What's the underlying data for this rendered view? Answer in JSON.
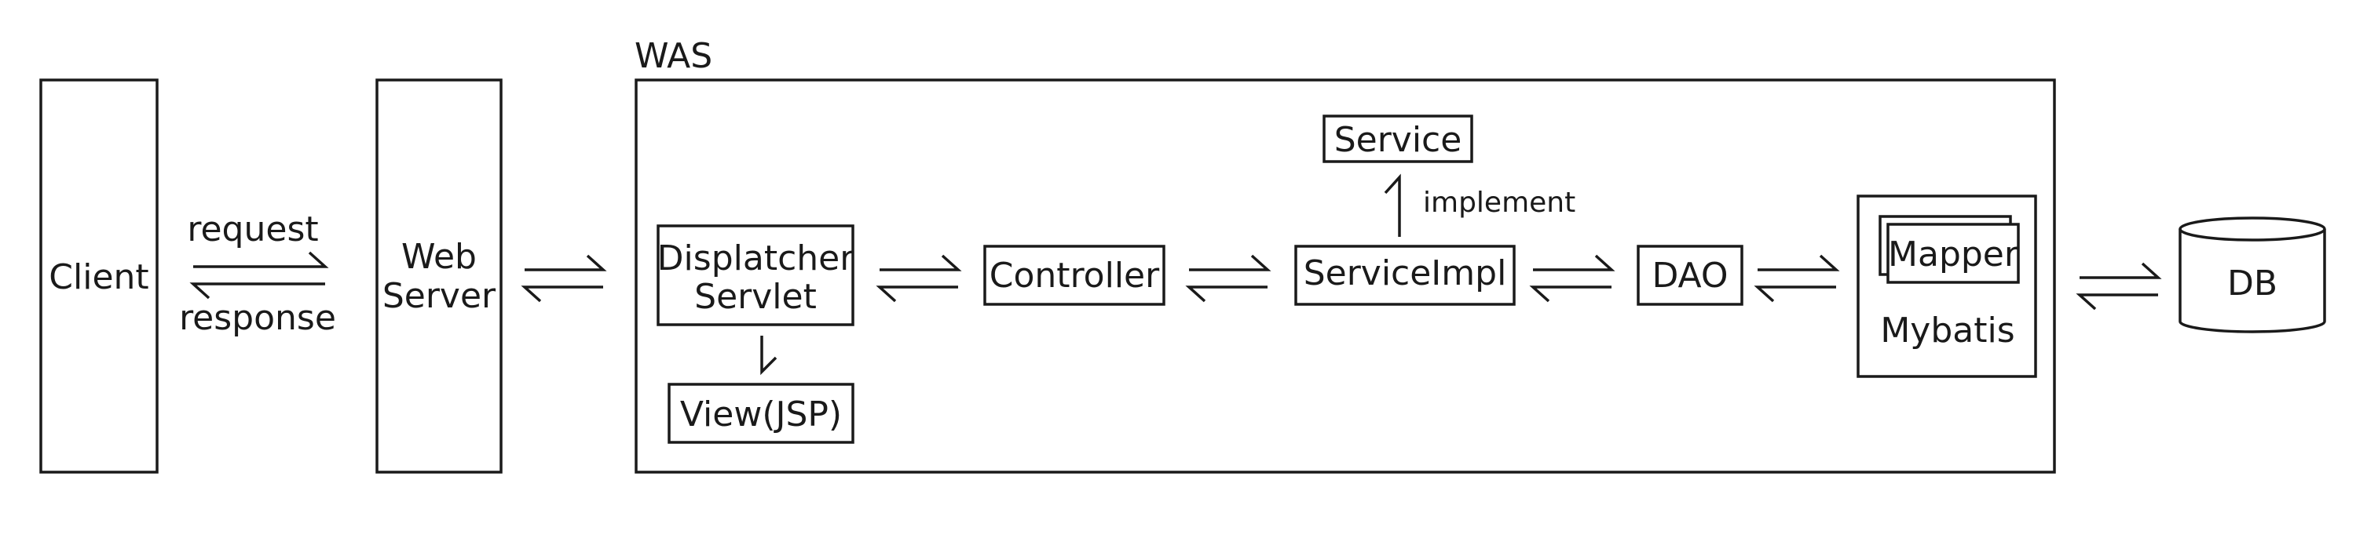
{
  "diagram": {
    "client": "Client",
    "web_server": [
      "Web",
      "Server"
    ],
    "request": "request",
    "response": "response",
    "was": "WAS",
    "dispatcher": [
      "Displatcher",
      "Servlet"
    ],
    "view": "View(JSP)",
    "controller": "Controller",
    "service": "Service",
    "implement": "implement",
    "service_impl": "ServiceImpl",
    "dao": "DAO",
    "mapper": "Mapper",
    "mybatis": "Mybatis",
    "db": "DB"
  }
}
